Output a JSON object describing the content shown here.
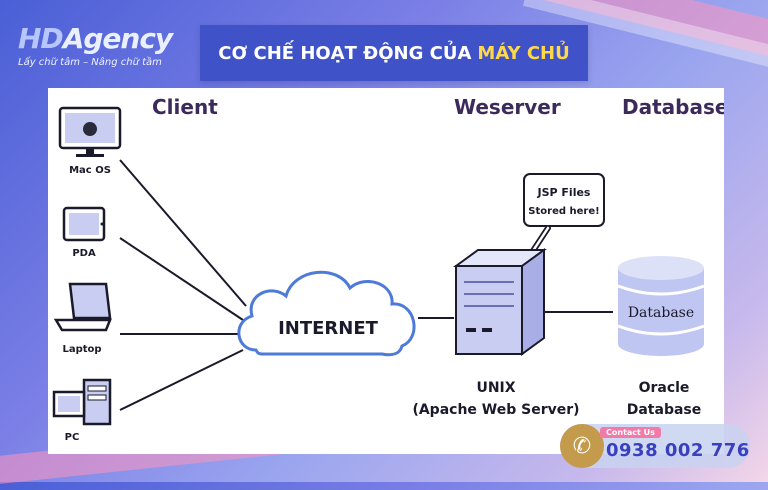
{
  "logo": {
    "brand_a": "HD",
    "brand_b": "Agency",
    "tagline": "Lấy chữ tâm – Nâng chữ tầm"
  },
  "title": {
    "text": "CƠ CHẾ HOẠT ĐỘNG CỦA",
    "highlight": "MÁY CHỦ"
  },
  "diagram": {
    "headers": {
      "client": "Client",
      "webserver": "Weserver",
      "database": "Database"
    },
    "devices": [
      {
        "label": "Mac OS",
        "icon": "monitor-apple-icon"
      },
      {
        "label": "PDA",
        "icon": "tablet-icon"
      },
      {
        "label": "Laptop",
        "icon": "laptop-icon"
      },
      {
        "label": "PC",
        "icon": "desktop-pc-icon"
      }
    ],
    "internet_label": "INTERNET",
    "callout": {
      "line1": "JSP Files",
      "line2": "Stored here!"
    },
    "server_caption": {
      "line1": "UNIX",
      "line2": "(Apache Web Server)"
    },
    "db_label": "Database",
    "db_caption": {
      "line1": "Oracle",
      "line2": "Database"
    },
    "colors": {
      "heading": "#3b2a5a",
      "server_fill": "#c9cdf2",
      "db_fill": "#c0c6f2",
      "line": "#1a1a2a"
    }
  },
  "contact": {
    "label": "Contact Us",
    "phone": "0938 002 776",
    "icon": "phone-icon"
  }
}
